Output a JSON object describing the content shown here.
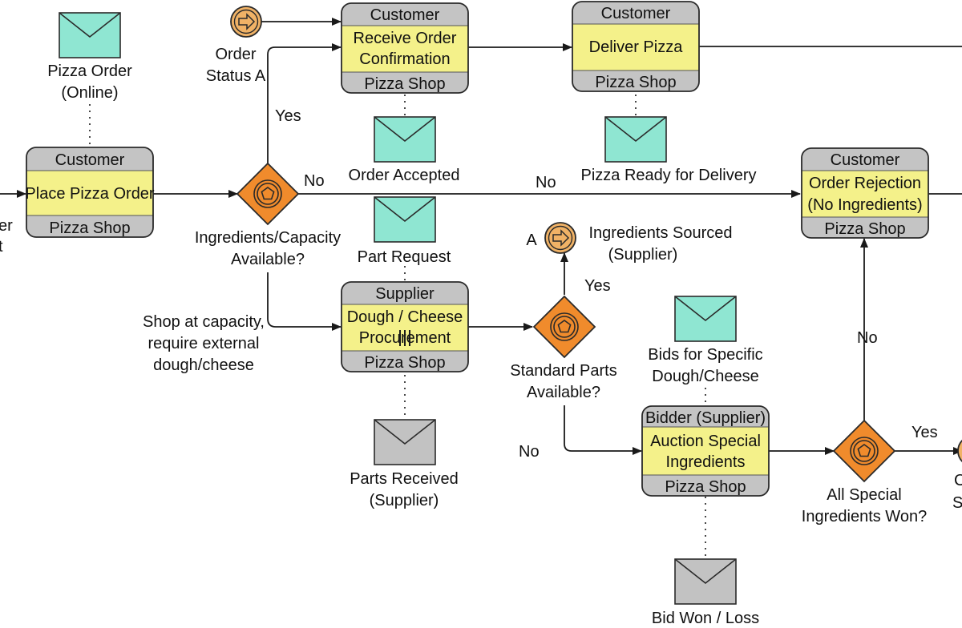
{
  "colors": {
    "band": "#c4c4c4",
    "body": "#f4f18a",
    "msg_open": "#8fe6d2",
    "msg_closed": "#c2c2c2",
    "gateway": "#f08b2c",
    "event": "#f0b266",
    "line": "#1a1a1a"
  },
  "tasks": {
    "place_order": {
      "top": "Customer",
      "middle": [
        "Place Pizza Order"
      ],
      "bottom": "Pizza Shop"
    },
    "receive_confirmation": {
      "top": "Customer",
      "middle": [
        "Receive Order",
        "Confirmation"
      ],
      "bottom": "Pizza Shop"
    },
    "deliver_pizza": {
      "top": "Customer",
      "middle": [
        "Deliver Pizza"
      ],
      "bottom": "Pizza Shop"
    },
    "order_rejection": {
      "top": "Customer",
      "middle": [
        "Order Rejection",
        "(No Ingredients)"
      ],
      "bottom": "Pizza Shop"
    },
    "dough_procurement": {
      "top": "Supplier",
      "middle": [
        "Dough / Cheese",
        "Procurement"
      ],
      "bottom": "Pizza Shop"
    },
    "auction": {
      "top": "Bidder (Supplier)",
      "middle": [
        "Auction Special",
        "Ingredients"
      ],
      "bottom": "Pizza Shop"
    }
  },
  "messages": {
    "pizza_order": [
      "Pizza Order",
      "(Online)"
    ],
    "order_accepted": [
      "Order Accepted"
    ],
    "pizza_ready": [
      "Pizza Ready for Delivery"
    ],
    "part_request": [
      "Part Request"
    ],
    "parts_received": [
      "Parts Received",
      "(Supplier)"
    ],
    "bids": [
      "Bids for Specific",
      "Dough/Cheese"
    ],
    "bid_won": [
      "Bid Won / Loss"
    ]
  },
  "gateways": {
    "ingredients_capacity": [
      "Ingredients/Capacity",
      "Available?"
    ],
    "standard_parts": [
      "Standard Parts",
      "Available?"
    ],
    "special_won": [
      "All Special",
      "Ingredients Won?"
    ]
  },
  "events": {
    "order_status": [
      "Order",
      "Status A"
    ],
    "ingredients_sourced": [
      "Ingredients Sourced",
      "(Supplier)"
    ],
    "ingredients_sourced_prefix": "A"
  },
  "annotations": {
    "shop_capacity": [
      "Shop at capacity,",
      "require external",
      "dough/cheese"
    ],
    "left_edge": [
      "er",
      "t"
    ],
    "right_edge": [
      "C",
      "S"
    ]
  },
  "flow_labels": {
    "yes_1": "Yes",
    "no_1": "No",
    "no_2": "No",
    "yes_2": "Yes",
    "no_3": "No",
    "no_4": "No",
    "yes_3": "Yes"
  }
}
